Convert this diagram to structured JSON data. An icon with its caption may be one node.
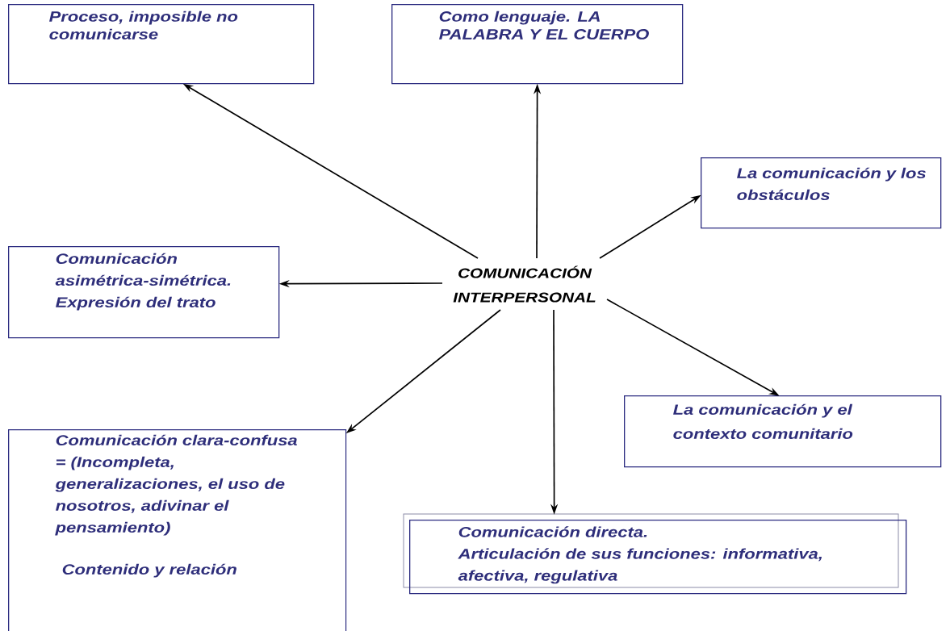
{
  "diagram": {
    "nodes": [
      {
        "text": [
          "Proceso, imposible  no comunicarse"
        ]
      },
      {
        "text": [
          "Como lenguaje. LA PALABRA Y EL  CUERPO"
        ]
      },
      {
        "text": [
          "La comunicación y los obstáculos"
        ]
      },
      {
        "text": [
          "Comunicación asimétrica-simétrica. Expresión del trato"
        ]
      },
      {
        "text": [
          "COMUNICACIÓN INTERPERSONAL"
        ]
      },
      {
        "text": [
          "La comunicación y el contexto comunitario"
        ]
      },
      {
        "text": [
          "Comunicación clara-confusa = (Incompleta, generalizaciones, el uso de nosotros, adivinar el pensamiento)",
          "Contenido y relación"
        ]
      },
      {
        "text": [
          "Comunicación directa.",
          "Articulación de sus funciones: informativa, afectiva, regulativa"
        ]
      }
    ],
    "edges": [
      {
        "from": 4,
        "to": 0,
        "arrow": "to"
      },
      {
        "from": 4,
        "to": 1,
        "arrow": "to"
      },
      {
        "from": 4,
        "to": 2,
        "arrow": "to"
      },
      {
        "from": 4,
        "to": 3,
        "arrow": "to"
      },
      {
        "from": 4,
        "to": 5,
        "arrow": "to"
      },
      {
        "from": 4,
        "to": 6,
        "arrow": "to"
      },
      {
        "from": 4,
        "to": 7,
        "arrow": "to"
      }
    ]
  }
}
